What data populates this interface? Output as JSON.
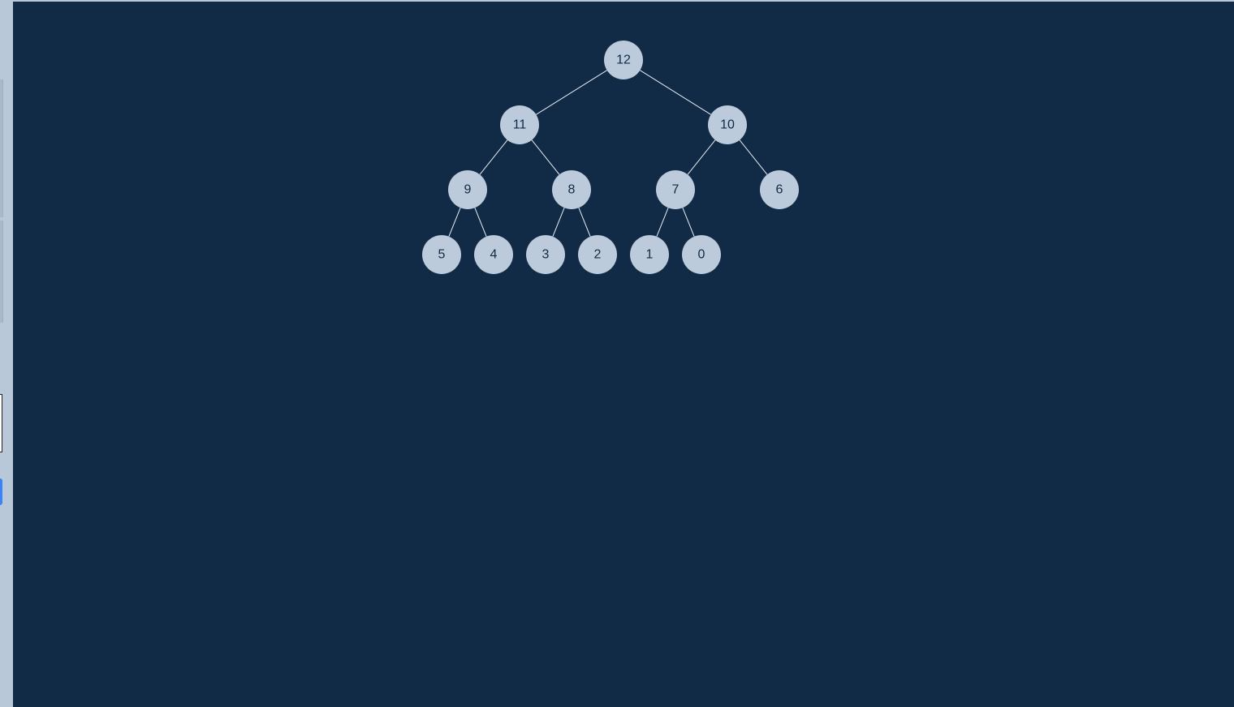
{
  "tree": {
    "nodes": [
      "12",
      "11",
      "10",
      "9",
      "8",
      "7",
      "6",
      "5",
      "4",
      "3",
      "2",
      "1",
      "0"
    ]
  },
  "colors": {
    "canvas_background": "#112a45",
    "node_fill": "#bccbdb",
    "node_text": "#102a44",
    "edge": "#e8eef5",
    "sidebar": "#b9c8d8",
    "accent_button": "#3b82f6"
  }
}
